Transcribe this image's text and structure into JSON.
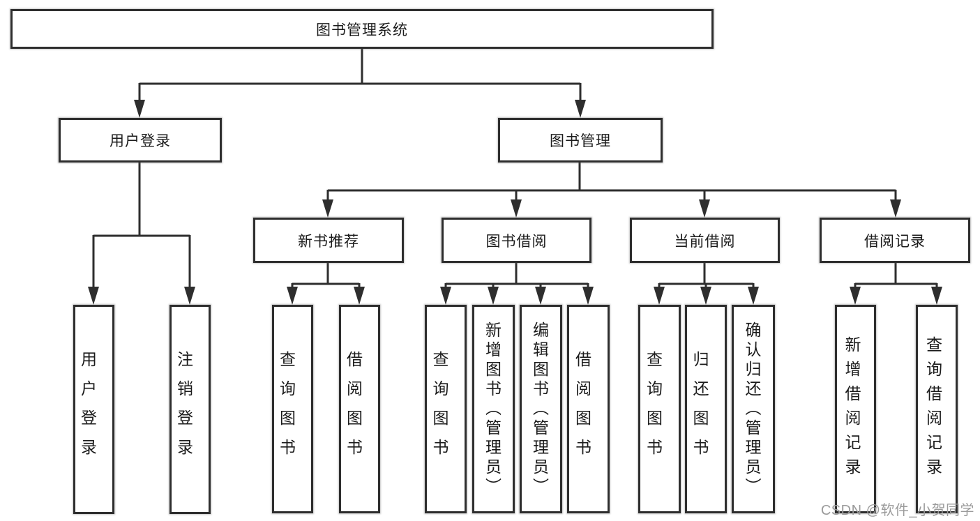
{
  "colors": {
    "line": "#2e2e2e",
    "box_border": "#2e2e2e",
    "text": "#1b1b1b",
    "watermark_text": "#9b9b9b",
    "background": "#ffffff"
  },
  "diagram": {
    "root": "图书管理系统",
    "login": {
      "label": "用户登录",
      "children": [
        "用户登录",
        "注销登录"
      ]
    },
    "management": {
      "label": "图书管理",
      "modules": [
        {
          "label": "新书推荐",
          "children": [
            "查询图书",
            "借阅图书"
          ]
        },
        {
          "label": "图书借阅",
          "children": [
            "查询图书",
            "新增图书（管理员）",
            "编辑图书（管理员）",
            "借阅图书"
          ]
        },
        {
          "label": "当前借阅",
          "children": [
            "查询图书",
            "归还图书",
            "确认归还（管理员）"
          ]
        },
        {
          "label": "借阅记录",
          "children": [
            "新增借阅记录",
            "查询借阅记录"
          ]
        }
      ]
    }
  },
  "watermark": "CSDN @软件_小贺同学"
}
